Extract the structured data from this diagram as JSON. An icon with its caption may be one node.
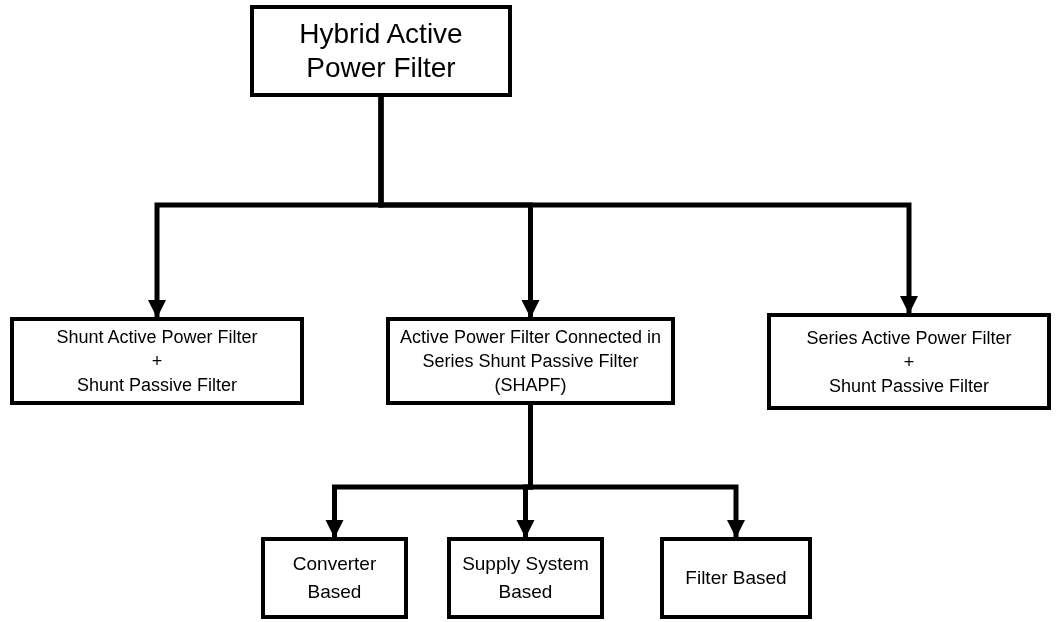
{
  "diagram": {
    "nodes": [
      {
        "text": [
          "Hybrid Active Power Filter"
        ]
      },
      {
        "text": [
          "Shunt Active Power Filter",
          "+",
          "Shunt Passive Filter"
        ]
      },
      {
        "text": [
          "Active Power Filter Connected in Series Shunt Passive Filter (SHAPF)"
        ]
      },
      {
        "text": [
          "Series Active Power Filter",
          "+",
          "Shunt Passive Filter"
        ]
      },
      {
        "text": [
          "Converter Based"
        ]
      },
      {
        "text": [
          "Supply System Based"
        ]
      },
      {
        "text": [
          "Filter Based"
        ]
      }
    ],
    "edges": [
      {
        "from": 0,
        "to": 1,
        "arrow": "to"
      },
      {
        "from": 0,
        "to": 2,
        "arrow": "to"
      },
      {
        "from": 0,
        "to": 3,
        "arrow": "to"
      },
      {
        "from": 2,
        "to": 4,
        "arrow": "to"
      },
      {
        "from": 2,
        "to": 5,
        "arrow": "to"
      },
      {
        "from": 2,
        "to": 6,
        "arrow": "to"
      }
    ]
  }
}
